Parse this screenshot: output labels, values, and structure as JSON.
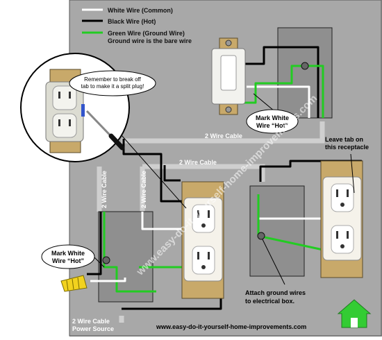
{
  "legend": {
    "items": [
      {
        "label": "White Wire (Common)",
        "color": "#ffffff"
      },
      {
        "label": "Black Wire (Hot)",
        "color": "#000000"
      },
      {
        "label": "Green Wire (Ground Wire)",
        "color": "#22cc22"
      }
    ],
    "note": "Ground wire is the bare wire"
  },
  "callouts": {
    "split_plug_line1": "Remember to break off",
    "split_plug_line2": "tab to make it a split plug!",
    "mark_white_top_line1": "Mark White",
    "mark_white_top_line2": "Wire “Hot”",
    "mark_white_left_line1": "Mark White",
    "mark_white_left_line2": "Wire “Hot”",
    "leave_tab_line1": "Leave tab on",
    "leave_tab_line2": "this receptacle",
    "ground_line1": "Attach ground wires",
    "ground_line2": "to electrical box."
  },
  "cables": {
    "top": "2 Wire Cable",
    "middle": "2 Wire Cable",
    "vertical_left": "2 Wire Cable",
    "vertical_right": "2 Wire Cable",
    "power_line1": "2 Wire Cable",
    "power_line2": "Power Source"
  },
  "footer": {
    "url": "www.easy-do-it-yourself-home-improvements.com"
  },
  "watermark": "www.easy-do-it-yourself-home-improvements.com",
  "colors": {
    "panel": "#a8a8a8",
    "box": "#8f8f8f",
    "hot": "#000000",
    "neutral": "#ffffff",
    "ground": "#22cc22",
    "cable": "#cfcfcf",
    "house_icon": "#33cc33"
  },
  "icons": {
    "house": "house-icon",
    "wire_nut": "wire-nut-icon",
    "screwdriver": "screwdriver-icon"
  }
}
